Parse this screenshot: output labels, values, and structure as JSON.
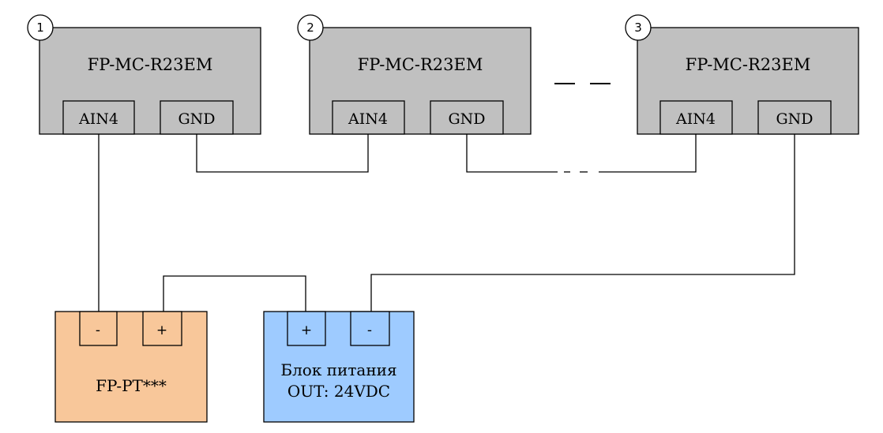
{
  "devices": [
    {
      "number": "1",
      "title": "FP-MC-R23EM",
      "ports": {
        "ain": "AIN4",
        "gnd": "GND"
      }
    },
    {
      "number": "2",
      "title": "FP-MC-R23EM",
      "ports": {
        "ain": "AIN4",
        "gnd": "GND"
      }
    },
    {
      "number": "3",
      "title": "FP-MC-R23EM",
      "ports": {
        "ain": "AIN4",
        "gnd": "GND"
      }
    }
  ],
  "ellipsis": "— —",
  "sensor": {
    "title": "FP-PT***",
    "minus": "-",
    "plus": "+"
  },
  "power_supply": {
    "line1": "Блок питания",
    "line2": "OUT: 24VDC",
    "plus": "+",
    "minus": "-"
  },
  "colors": {
    "device_fill": "#c0c0c0",
    "sensor_fill": "#f8c79a",
    "power_fill": "#9ecbff",
    "line": "#000000"
  }
}
